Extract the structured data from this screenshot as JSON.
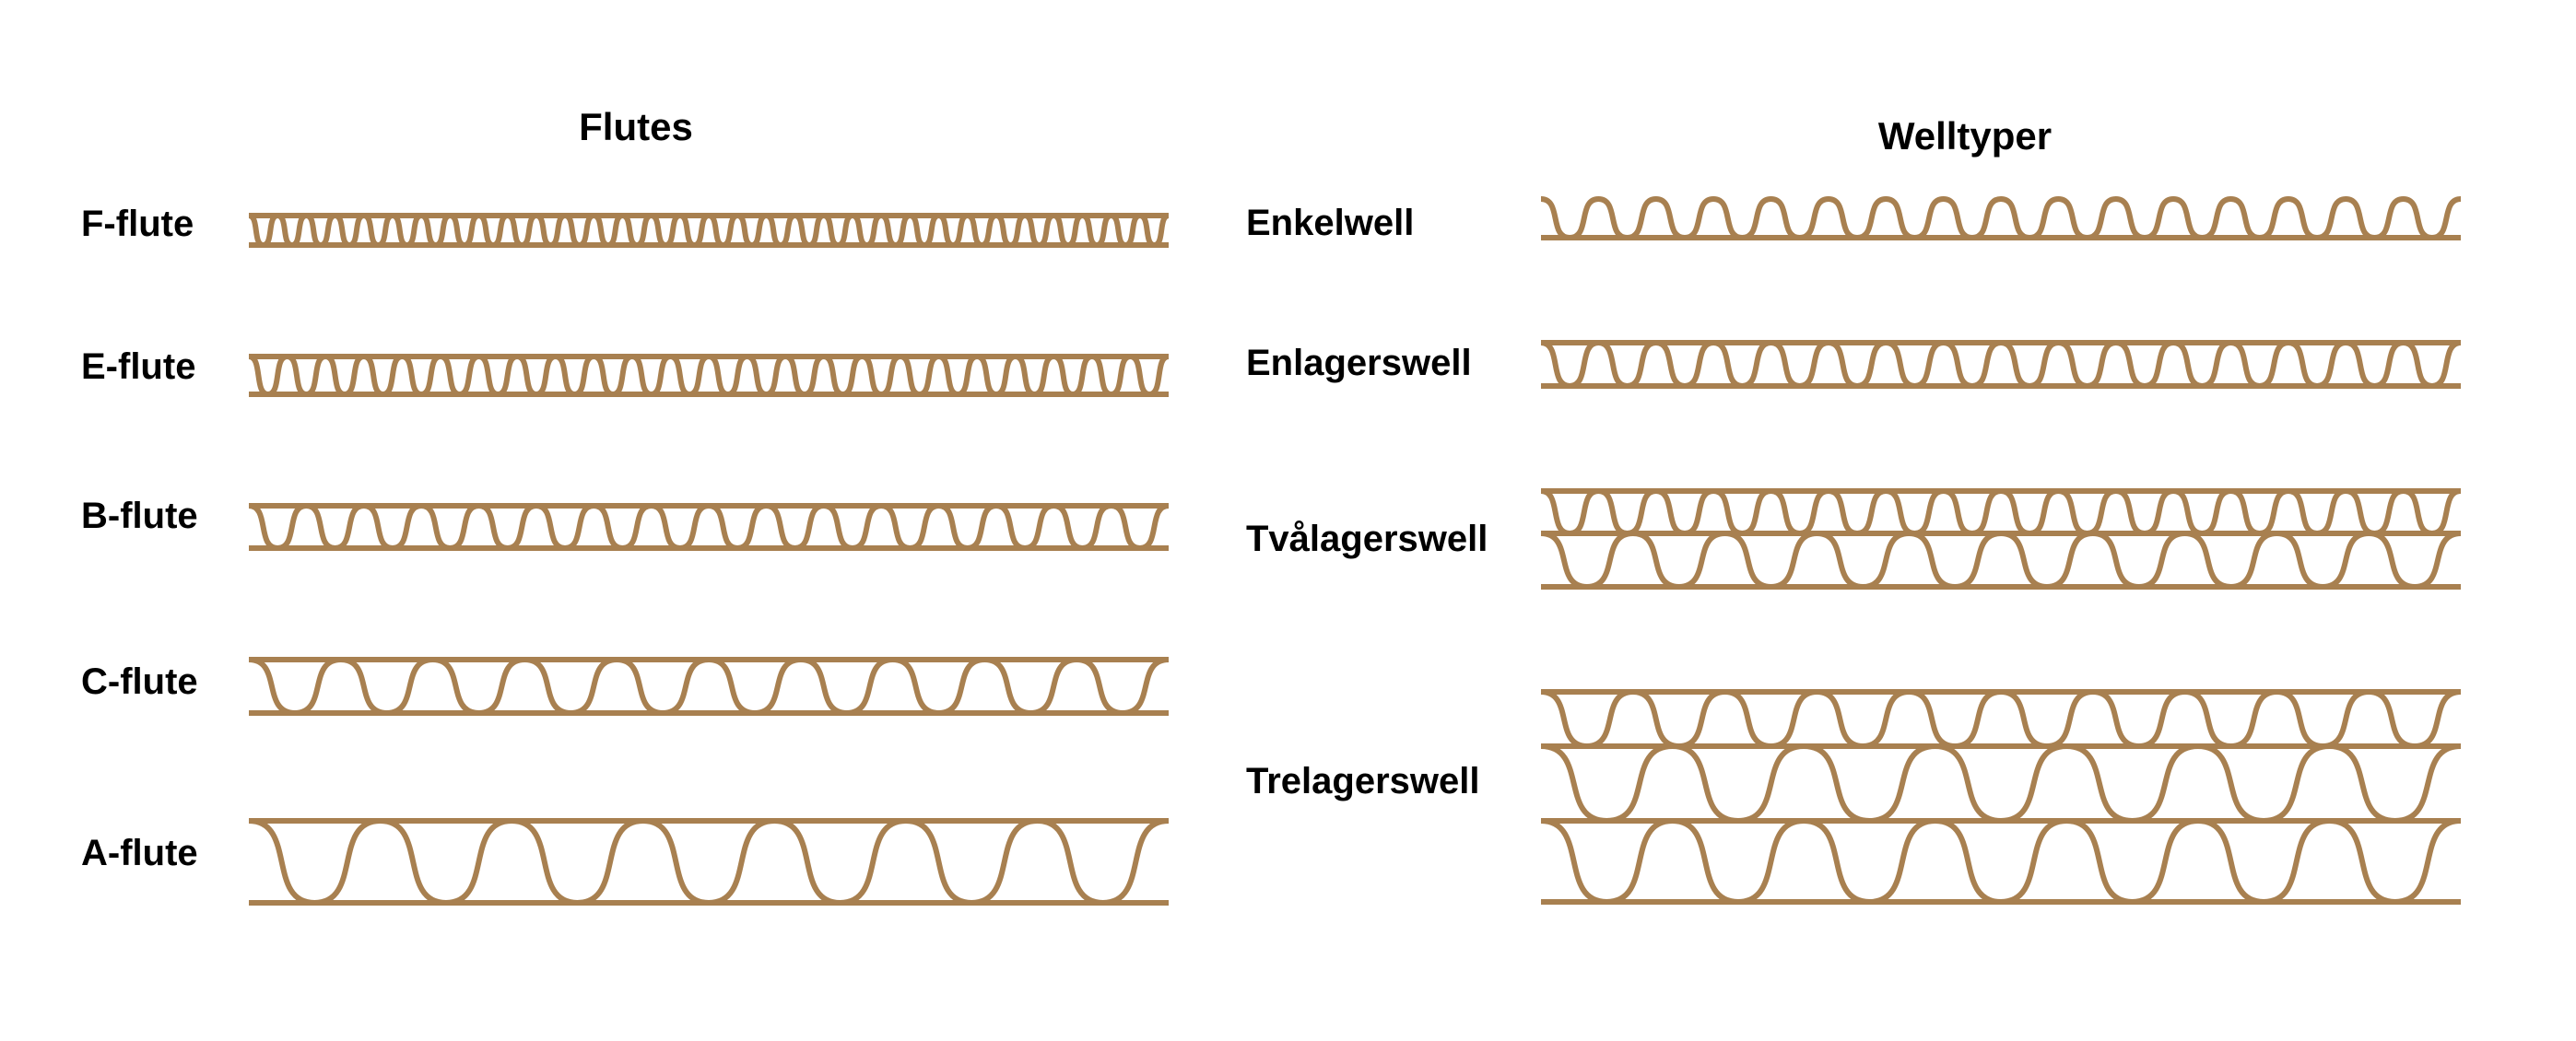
{
  "colors": {
    "paper": "#a88050",
    "text": "#000000",
    "background": "#ffffff"
  },
  "flutes": {
    "title": "Flutes",
    "items": [
      {
        "id": "f-flute",
        "label": "F-flute",
        "waves": 32
      },
      {
        "id": "e-flute",
        "label": "E-flute",
        "waves": 24
      },
      {
        "id": "b-flute",
        "label": "B-flute",
        "waves": 16
      },
      {
        "id": "c-flute",
        "label": "C-flute",
        "waves": 10
      },
      {
        "id": "a-flute",
        "label": "A-flute",
        "waves": 7
      }
    ]
  },
  "welltyper": {
    "title": "Welltyper",
    "items": [
      {
        "id": "enkelwell",
        "label": "Enkelwell",
        "layers": [
          16
        ],
        "top_liner": false
      },
      {
        "id": "enlagerswell",
        "label": "Enlagerswell",
        "layers": [
          16
        ],
        "top_liner": true
      },
      {
        "id": "tvalagerswell",
        "label": "Tvålagerswell",
        "layers": [
          16,
          10
        ],
        "top_liner": true
      },
      {
        "id": "trelagerswell",
        "label": "Trelagerswell",
        "layers": [
          10,
          7,
          7
        ],
        "top_liner": true
      }
    ]
  }
}
